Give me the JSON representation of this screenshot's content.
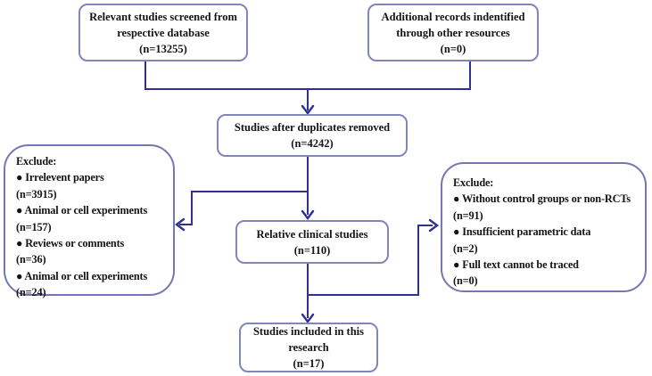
{
  "diagram_title": "Study selection flow diagram",
  "colors": {
    "connector": "#2e3191",
    "rect_box_border": "#8185ba",
    "rounded_box_border": "#7478b2",
    "text": "#141414",
    "background": "#ffffff"
  },
  "boxes": {
    "screened": {
      "lines": [
        "Relevant studies screened from",
        "respective database",
        "(n=13255)"
      ]
    },
    "additional": {
      "lines": [
        "Additional records indentified",
        "through other resources",
        "(n=0)"
      ]
    },
    "duplicates": {
      "lines": [
        "Studies after duplicates removed",
        "(n=4242)"
      ]
    },
    "exclude_left": {
      "lines": [
        "Exclude:",
        "● Irrelevent papers",
        "(n=3915)",
        "● Animal or cell experiments",
        "(n=157)",
        "● Reviews or comments",
        "(n=36)",
        "● Animal or  cell experiments",
        "(n=24)"
      ]
    },
    "relative": {
      "lines": [
        "Relative clinical studies",
        "(n=110)"
      ]
    },
    "exclude_right": {
      "lines": [
        "Exclude:",
        "● Without control groups or non-RCTs",
        "(n=91)",
        "● Insufficient parametric data",
        "(n=2)",
        "● Full text cannot be traced",
        "(n=0)"
      ]
    },
    "included": {
      "lines": [
        "Studies included in this",
        "research",
        "(n=17)"
      ]
    }
  }
}
